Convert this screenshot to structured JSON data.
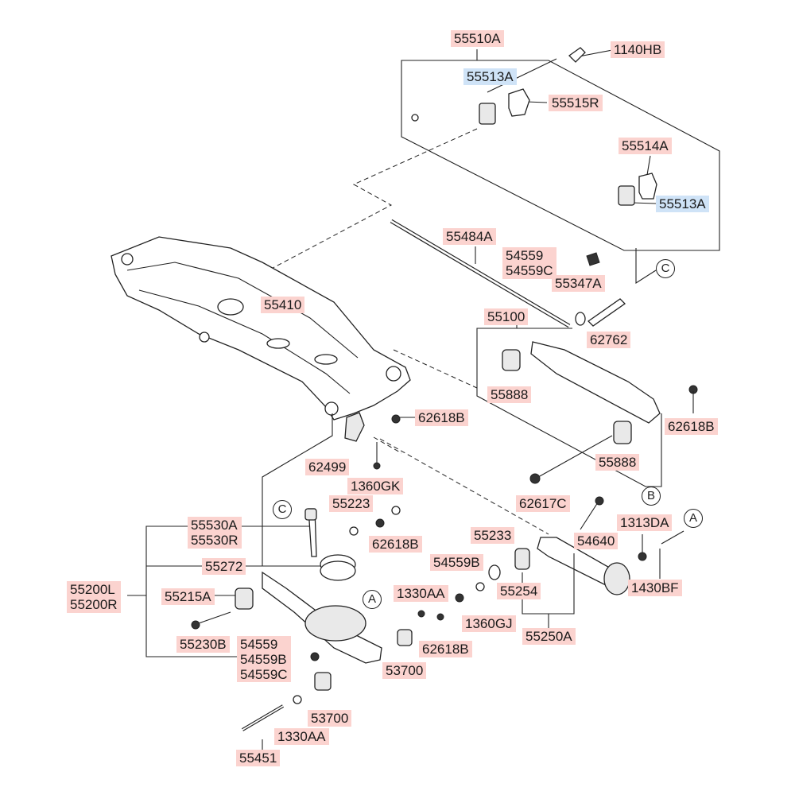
{
  "labels": {
    "l55510A": "55510A",
    "l1140HB": "1140HB",
    "l55513A_top": "55513A",
    "l55515R": "55515R",
    "l55514A": "55514A",
    "l55513A_right": "55513A",
    "l55484A": "55484A",
    "l54559_top": "54559",
    "l54559C_top": "54559C",
    "l55347A": "55347A",
    "l55410": "55410",
    "l55100": "55100",
    "l62762": "62762",
    "l55888_top": "55888",
    "l62618B_right": "62618B",
    "l62618B_mid": "62618B",
    "l55888_low": "55888",
    "l62499": "62499",
    "l62617C": "62617C",
    "l1360GK": "1360GK",
    "l55223": "55223",
    "l55530A": "55530A",
    "l55530R": "55530R",
    "l62618B_small": "62618B",
    "l55233": "55233",
    "l1313DA": "1313DA",
    "l54640": "54640",
    "l55272": "55272",
    "l54559B": "54559B",
    "l55254": "55254",
    "l1430BF": "1430BF",
    "l55200L": "55200L",
    "l55200R": "55200R",
    "l55215A": "55215A",
    "l1330AA_mid": "1330AA",
    "l1360GJ": "1360GJ",
    "l55230B": "55230B",
    "l54559_low": "54559",
    "l54559B_low": "54559B",
    "l54559C_low": "54559C",
    "l62618B_low": "62618B",
    "l55250A": "55250A",
    "l53700_a": "53700",
    "l53700_b": "53700",
    "l1330AA_low": "1330AA",
    "l55451": "55451"
  },
  "callouts": {
    "c_C_upper": "C",
    "c_B": "B",
    "c_C_left": "C",
    "c_A_right": "A",
    "c_A_arm": "A"
  },
  "colors": {
    "part_label_bg": "#fbd3cf",
    "highlight_label_bg": "#cfe3f7",
    "line": "#222222"
  }
}
